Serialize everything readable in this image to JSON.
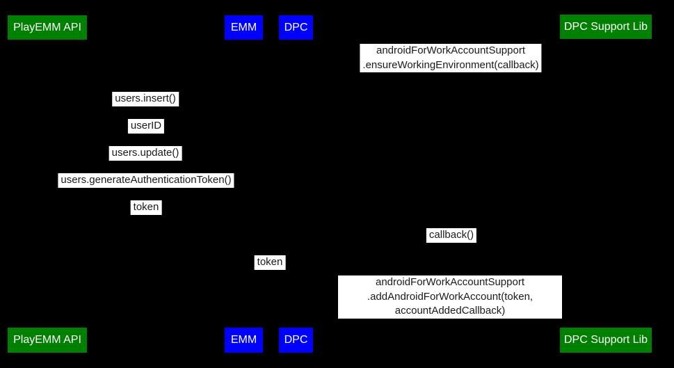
{
  "diagram": {
    "type": "sequence-diagram",
    "background_color": "#000000",
    "message_label_bg": "#ffffff",
    "message_text_color": "#1a1a1a",
    "actor_text_color": "#ffffff",
    "actor_green": "#008000",
    "actor_blue": "#0000ff"
  },
  "actors": [
    {
      "label": "PlayEMM API",
      "color": "#008000"
    },
    {
      "label": "EMM",
      "color": "#0000ff"
    },
    {
      "label": "DPC",
      "color": "#0000ff"
    },
    {
      "label": "DPC Support Lib",
      "color": "#008000"
    }
  ],
  "messages": [
    {
      "text": "androidForWorkAccountSupport\n.ensureWorkingEnvironment(callback)"
    },
    {
      "text": "users.insert()"
    },
    {
      "text": "userID"
    },
    {
      "text": "users.update()"
    },
    {
      "text": "users.generateAuthenticationToken()"
    },
    {
      "text": "token"
    },
    {
      "text": "callback()"
    },
    {
      "text": "token"
    },
    {
      "text": "androidForWorkAccountSupport\n.addAndroidForWorkAccount(token, accountAddedCallback)"
    }
  ]
}
